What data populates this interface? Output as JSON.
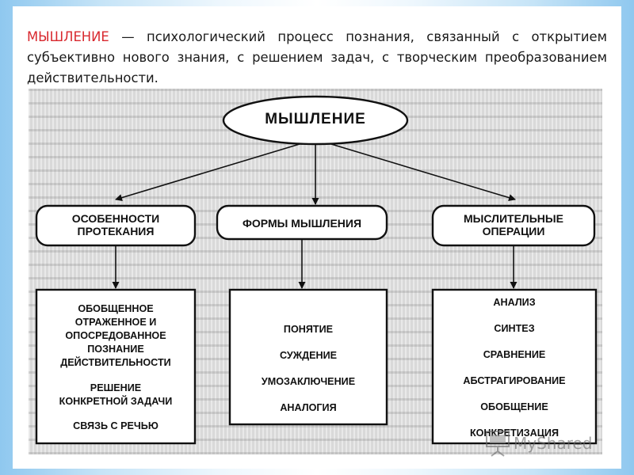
{
  "definition": {
    "term": "МЫШЛЕНИЕ",
    "text": " — психологический процесс познания, связанный с открытием субъективно нового знания, с решением задач, с творческим преобразованием действительности."
  },
  "diagram": {
    "root": "МЫШЛЕНИЕ",
    "categories": [
      {
        "label": "ОСОБЕННОСТИ ПРОТЕКАНИЯ",
        "items": [
          "ОБОБЩЕННОЕ",
          "ОТРАЖЕННОЕ И",
          "ОПОСРЕДОВАННОЕ",
          "ПОЗНАНИЕ",
          "ДЕЙСТВИТЕЛЬНОСТИ",
          "РЕШЕНИЕ",
          "КОНКРЕТНОЙ ЗАДАЧИ",
          "СВЯЗЬ С РЕЧЬЮ"
        ]
      },
      {
        "label": "ФОРМЫ МЫШЛЕНИЯ",
        "items": [
          "ПОНЯТИЕ",
          "СУЖДЕНИЕ",
          "УМОЗАКЛЮЧЕНИЕ",
          "АНАЛОГИЯ"
        ]
      },
      {
        "label": "МЫСЛИТЕЛЬНЫЕ ОПЕРАЦИИ",
        "items": [
          "АНАЛИЗ",
          "СИНТЕЗ",
          "СРАВНЕНИЕ",
          "АБСТРАГИРОВАНИЕ",
          "ОБОБЩЕНИЕ",
          "КОНКРЕТИЗАЦИЯ"
        ]
      }
    ]
  },
  "watermark": {
    "text": "MyShared"
  }
}
